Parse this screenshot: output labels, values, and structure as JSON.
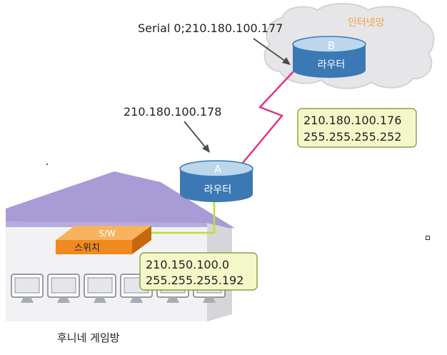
{
  "labels": {
    "serial_label": "Serial 0;210.180.100.177",
    "internet_label": "인터넷망",
    "router_b_letter": "B",
    "router_b_name": "라우터",
    "router_a_ip": "210.180.100.178",
    "wan_network": "210.180.100.176",
    "wan_mask": "255.255.255.252",
    "router_a_letter": "A",
    "router_a_name": "라우터",
    "switch_letter": "S/W",
    "switch_name": "스위치",
    "lan_network": "210.150.100.0",
    "lan_mask": "255.255.255.192",
    "building_caption": "후니네 게임방"
  },
  "colors": {
    "cloud_fill": "#e6e6e8",
    "cloud_stroke": "#d3d3d6",
    "router_top": "#bcd6ec",
    "router_body": "#3c79b4",
    "router_text": "#ffffff",
    "serial_link": "#e0338a",
    "lan_link": "#bfe02a",
    "info_box_fill": "#f4f8c8",
    "info_box_stroke": "#7c8a2a",
    "internet_label": "#f0a24b",
    "switch_front": "#f08a1e",
    "switch_top": "#f7b35e",
    "roof": "#a89bd6",
    "wall_front": "#f2f2f4",
    "wall_side": "#d6d6da",
    "arrow": "#4a4a4a"
  },
  "icons": {
    "router_a": "router-icon",
    "router_b": "router-icon",
    "switch": "switch-icon",
    "computers": "monitor-icon",
    "cloud": "cloud-icon"
  },
  "computers": [
    {
      "label": ""
    },
    {
      "label": ""
    },
    {
      "label": ""
    },
    {
      "label": ""
    },
    {
      "label": ""
    },
    {
      "label": ""
    }
  ]
}
